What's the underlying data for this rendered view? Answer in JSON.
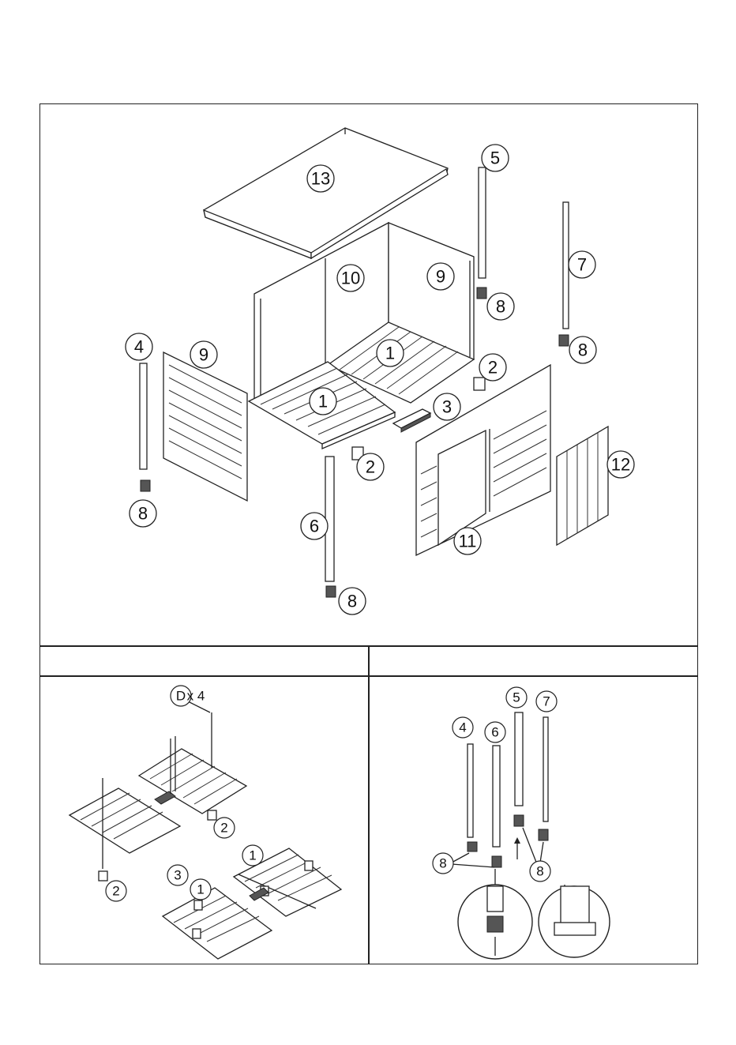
{
  "main_diagram": {
    "callouts": {
      "roof": "13",
      "back_panel": "10",
      "side_panel_right": "9",
      "side_panel_left": "9",
      "floor_back": "1",
      "floor_front": "1",
      "floor_connector": "3",
      "spacer_block_right": "2",
      "spacer_block_left": "2",
      "post_back_right": "5",
      "post_far_right": "7",
      "post_left": "4",
      "post_front": "6",
      "foot_back_right": "8",
      "foot_far_right": "8",
      "foot_left": "8",
      "foot_front": "8",
      "front_panel": "11",
      "door_flap": "12"
    }
  },
  "step_floor": {
    "hardware_letter": "D",
    "hardware_qty": "x 4",
    "callouts": {
      "block_upper": "2",
      "block_lower": "2",
      "connector": "3",
      "floor_a": "1",
      "floor_b": "1"
    }
  },
  "step_posts": {
    "callouts": {
      "post4": "4",
      "post6": "6",
      "post5": "5",
      "post7": "7",
      "feet_left": "8",
      "feet_right": "8"
    }
  }
}
